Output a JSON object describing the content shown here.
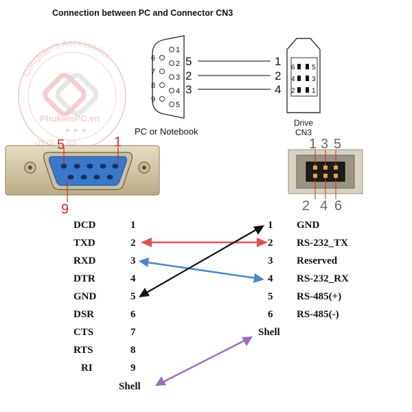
{
  "title": "Connection between PC and Connector CN3",
  "watermark": {
    "arc_text": "Computer's Accessories",
    "site": "PhukienPC.vn",
    "phone": "0975 ··· 83"
  },
  "db9_schematic": {
    "pins_left_column": [
      "6",
      "7",
      "8",
      "9"
    ],
    "pins_right_column": [
      "1",
      "2",
      "3",
      "4",
      "5"
    ],
    "caption": "PC or Notebook"
  },
  "wires_top": [
    {
      "pc_pin": "5",
      "drive_pin": "1"
    },
    {
      "pc_pin": "2",
      "drive_pin": "2"
    },
    {
      "pc_pin": "3",
      "drive_pin": "4"
    }
  ],
  "drive_schematic": {
    "pin_rows": [
      [
        "6",
        "5"
      ],
      [
        "4",
        "3"
      ],
      [
        "2",
        "1"
      ]
    ],
    "caption_line1": "Drive",
    "caption_line2": "CN3"
  },
  "db9_photo": {
    "label_5": "5",
    "label_1": "1",
    "label_9": "9"
  },
  "cn3_photo": {
    "top_labels": [
      "1",
      "3",
      "5"
    ],
    "bottom_labels": [
      "2",
      "4",
      "6"
    ]
  },
  "pc_pins": [
    {
      "name": "DCD",
      "num": "1"
    },
    {
      "name": "TXD",
      "num": "2"
    },
    {
      "name": "RXD",
      "num": "3"
    },
    {
      "name": "DTR",
      "num": "4"
    },
    {
      "name": "GND",
      "num": "5"
    },
    {
      "name": "DSR",
      "num": "6"
    },
    {
      "name": "CTS",
      "num": "7"
    },
    {
      "name": "RTS",
      "num": "8"
    },
    {
      "name": "RI",
      "num": "9"
    }
  ],
  "pc_shell": "Shell",
  "cn3_pins": [
    {
      "num": "1",
      "name": "GND"
    },
    {
      "num": "2",
      "name": "RS-232_TX"
    },
    {
      "num": "3",
      "name": "Reserved"
    },
    {
      "num": "4",
      "name": "RS-232_RX"
    },
    {
      "num": "5",
      "name": "RS-485(+)"
    },
    {
      "num": "6",
      "name": "RS-485(-)"
    }
  ],
  "cn3_shell": "Shell",
  "colors": {
    "arrow_tx": "#d9534f",
    "arrow_rx": "#4a86c5",
    "arrow_gnd": "#111111",
    "arrow_shell": "#9b6fbf",
    "label_red": "#d62828"
  }
}
